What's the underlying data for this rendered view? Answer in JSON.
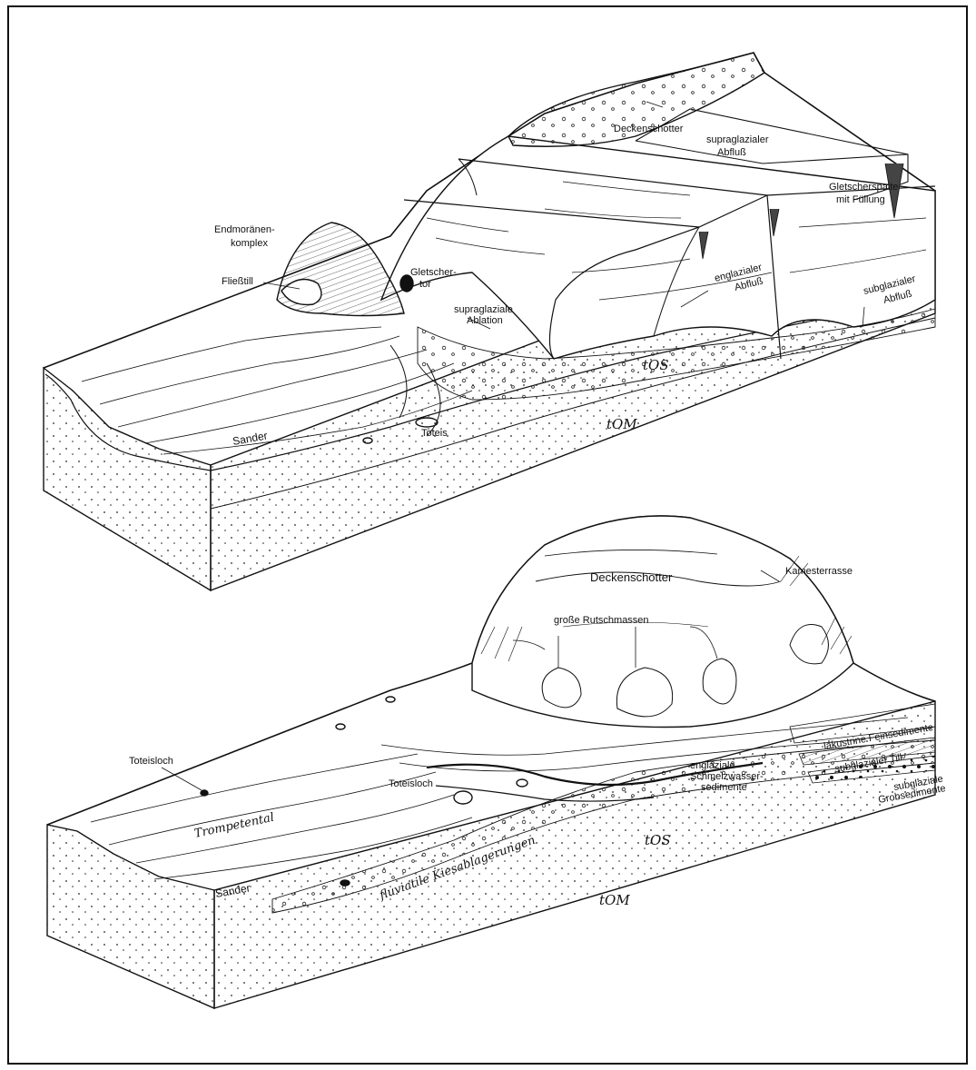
{
  "top_block": {
    "labels": {
      "deckenschotter": "Deckenschotter",
      "supraglazialer_abfluss_1": "supraglazialer",
      "supraglazialer_abfluss_2": "Abfluß",
      "gletscherspalte_1": "Gletscherspalte",
      "gletscherspalte_2": "mit Füllung",
      "endmoraenen_1": "Endmoränen-",
      "endmoraenen_2": "komplex",
      "fliesstill": "Fließtill",
      "gletschertor_1": "Gletscher-",
      "gletschertor_2": "tor",
      "supraglaziale_ablation_1": "supraglaziale",
      "supraglaziale_ablation_2": "Ablation",
      "englazialer_abfluss_1": "englazialer",
      "englazialer_abfluss_2": "Abfluß",
      "subglazialer_abfluss_1": "subglazialer",
      "subglazialer_abfluss_2": "Abfluß",
      "toteis": "Toteis",
      "sander": "Sander",
      "tos": "tOS",
      "tom": "tOM"
    }
  },
  "bottom_block": {
    "labels": {
      "deckenschotter": "Deckenschotter",
      "kamesterrasse": "Kamesterrasse",
      "rutschmassen": "große Rutschmassen",
      "toteisloch_left": "Toteisloch",
      "toteisloch_mid": "Toteisloch",
      "trompetental": "Trompetental",
      "sander": "Sander",
      "fluviatile": "fluviatile Kiesablagerungen",
      "lakustrine": "lakustrine Feinsedimente",
      "subglazialer_till": "subglazialer Till",
      "englaziale_1": "englaziale",
      "englaziale_2": "Schmelzwasser-",
      "englaziale_3": "sedimente",
      "subglaziale_grob_1": "subglaziale",
      "subglaziale_grob_2": "Grobsedimente",
      "tos": "tOS",
      "tom": "tOM"
    }
  }
}
